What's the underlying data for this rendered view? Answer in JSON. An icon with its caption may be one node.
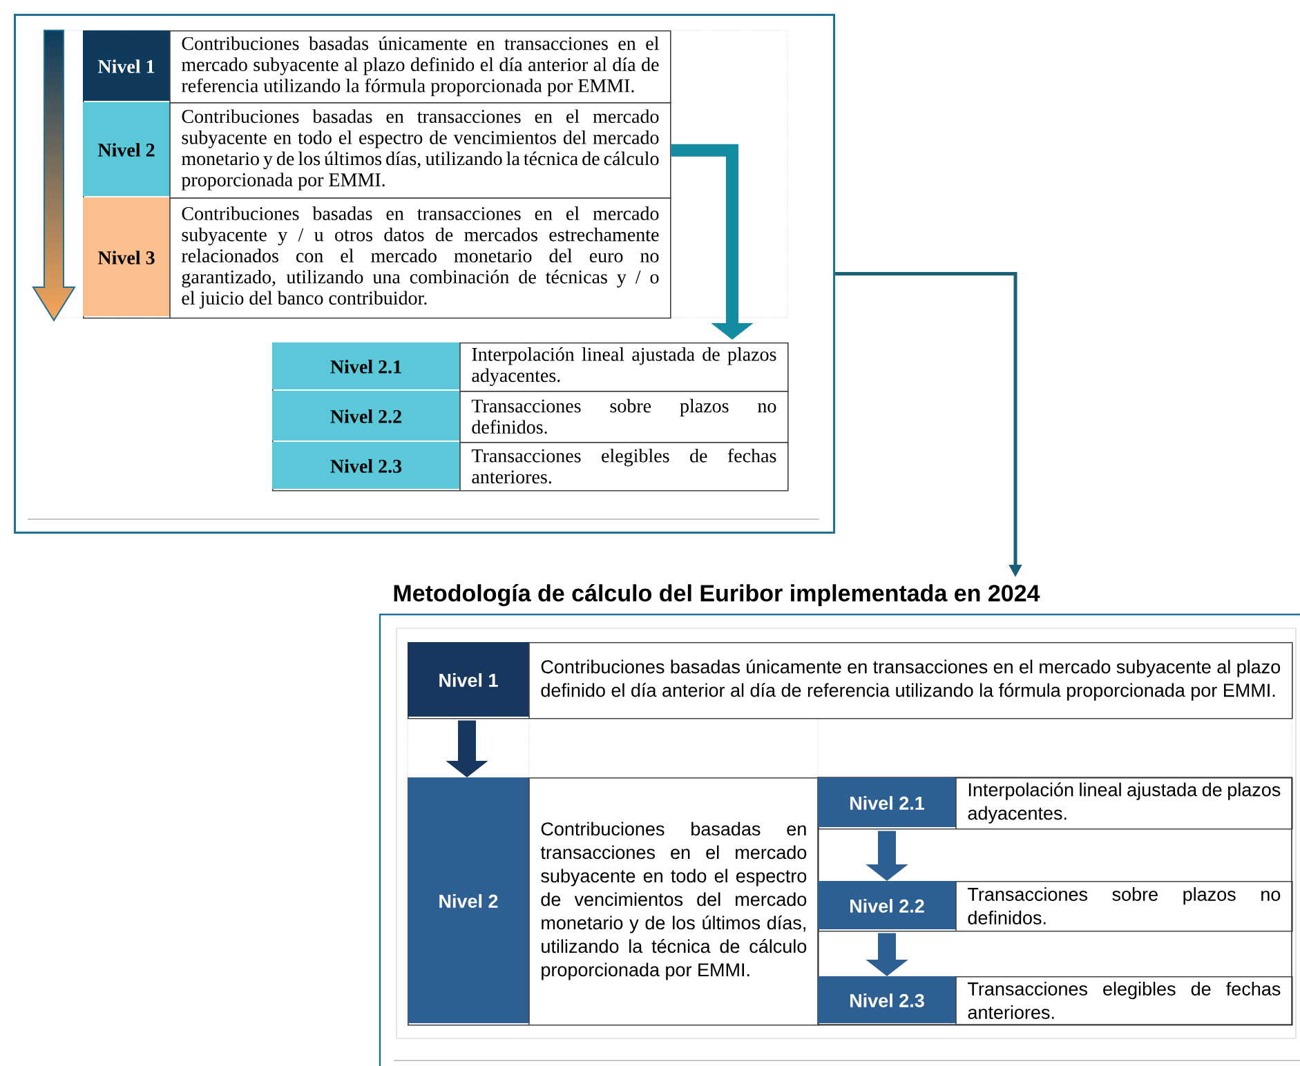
{
  "diagram": {
    "nodes": [
      {
        "text": [],
        "shape": "box"
      },
      {
        "text": [
          "Nivel 1",
          "Contribuciones basadas únicamente en transacciones en el mercado subyacente al plazo definido el día anterior al día de referencia utilizando la fórmula proporcionada por EMMI."
        ],
        "in": 0
      },
      {
        "text": [
          "Nivel 2",
          "Contribuciones basadas en transacciones en el mercado subyacente en todo el espectro de vencimientos del mercado monetario y de los últimos días, utilizando la técnica de cálculo proporcionada por EMMI."
        ],
        "in": 0
      },
      {
        "text": [
          "Nivel 3",
          "Contribuciones basadas en transacciones en el mercado subyacente y / u otros datos de mercados estrechamente relacionados con el mercado monetario del euro no garantizado, utilizando una combinación de técnicas y / o el juicio del banco contribuidor."
        ],
        "in": 0
      },
      {
        "text": [
          "Nivel 2.1",
          "Interpolación lineal ajustada de plazos adyacentes."
        ],
        "in": 0
      },
      {
        "text": [
          "Nivel 2.2",
          "Transacciones sobre plazos no definidos."
        ],
        "in": 0
      },
      {
        "text": [
          "Nivel 2.3",
          "Transacciones elegibles de fechas anteriores."
        ],
        "in": 0
      },
      {
        "text": [
          "Metodología de cálculo del Euribor implementada en 2024"
        ]
      },
      {
        "text": [
          "Nivel 1",
          "Contribuciones basadas únicamente en transacciones en el mercado subyacente al plazo definido el día anterior al día de referencia utilizando la fórmula proporcionada por EMMI."
        ],
        "in": 7
      },
      {
        "text": [
          "Nivel 2",
          "Contribuciones basadas en transacciones en el mercado subyacente en todo el espectro de vencimientos del mercado monetario y de los últimos días, utilizando la técnica de cálculo proporcionada por EMMI."
        ],
        "in": 7
      },
      {
        "text": [
          "Nivel 2.1",
          "Interpolación lineal ajustada de plazos adyacentes."
        ],
        "in": 7
      },
      {
        "text": [
          "Nivel 2.2",
          "Transacciones sobre plazos no definidos."
        ],
        "in": 7
      },
      {
        "text": [
          "Nivel 2.3",
          "Transacciones elegibles de fechas anteriores."
        ],
        "in": 7
      }
    ],
    "edges": [
      {
        "from": 2,
        "to": 4,
        "arrow": "to",
        "color": "#138ba0"
      },
      {
        "from": 0,
        "to": 7,
        "arrow": "to",
        "color": "#1a5f7a"
      },
      {
        "from": 8,
        "to": 9,
        "arrow": "to",
        "color": "#17375e"
      },
      {
        "from": 10,
        "to": 11,
        "arrow": "to"
      },
      {
        "from": 11,
        "to": 12,
        "arrow": "to"
      }
    ]
  }
}
